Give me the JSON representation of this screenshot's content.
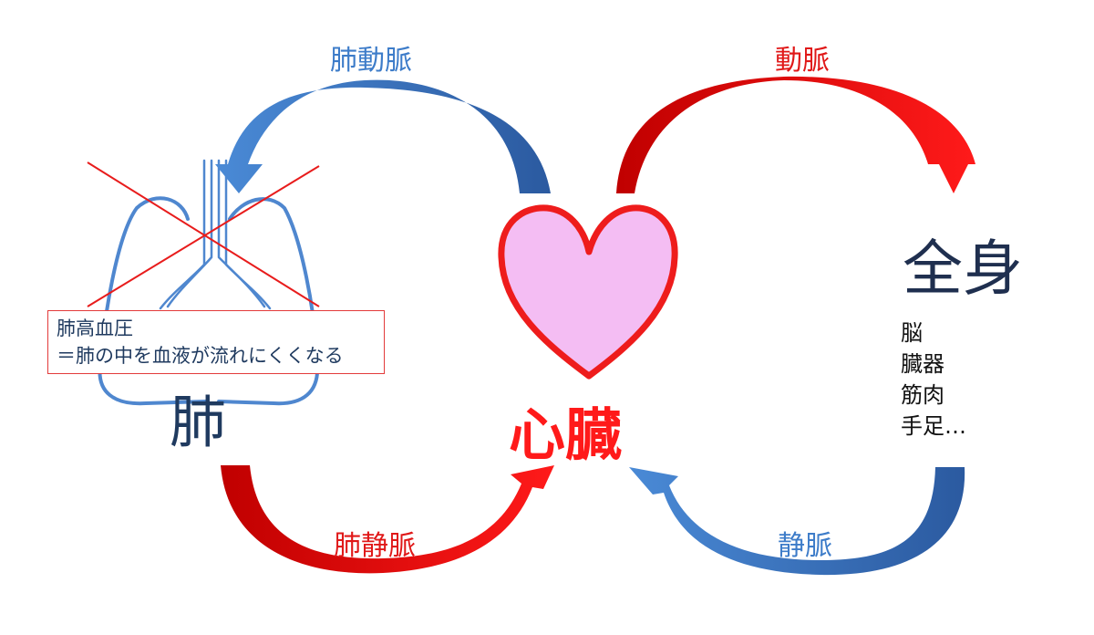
{
  "colors": {
    "blue_light": "#4a8ad6",
    "blue_dark": "#2b5aa0",
    "blue_label": "#3d7cc9",
    "red_bright": "#ff1a1a",
    "red_dark": "#c00000",
    "red_label": "#e01818",
    "heart_fill": "#f4bdf3",
    "heart_stroke": "#ee1c1c",
    "lung_outline": "#4f87cf",
    "cross": "#e81c1c"
  },
  "labels": {
    "pulmonary_artery": "肺動脈",
    "artery": "動脈",
    "pulmonary_vein": "肺静脈",
    "vein": "静脈",
    "heart": "心臓",
    "lung": "肺",
    "whole_body": "全身"
  },
  "note": {
    "line1": "肺高血圧",
    "line2": "＝肺の中を血液が流れにくくなる"
  },
  "body_parts": [
    "脳",
    "臓器",
    "筋肉",
    "手足…"
  ],
  "icons": {
    "lungs": "lungs-icon",
    "heart": "heart-icon",
    "cross": "cross-mark-icon"
  }
}
